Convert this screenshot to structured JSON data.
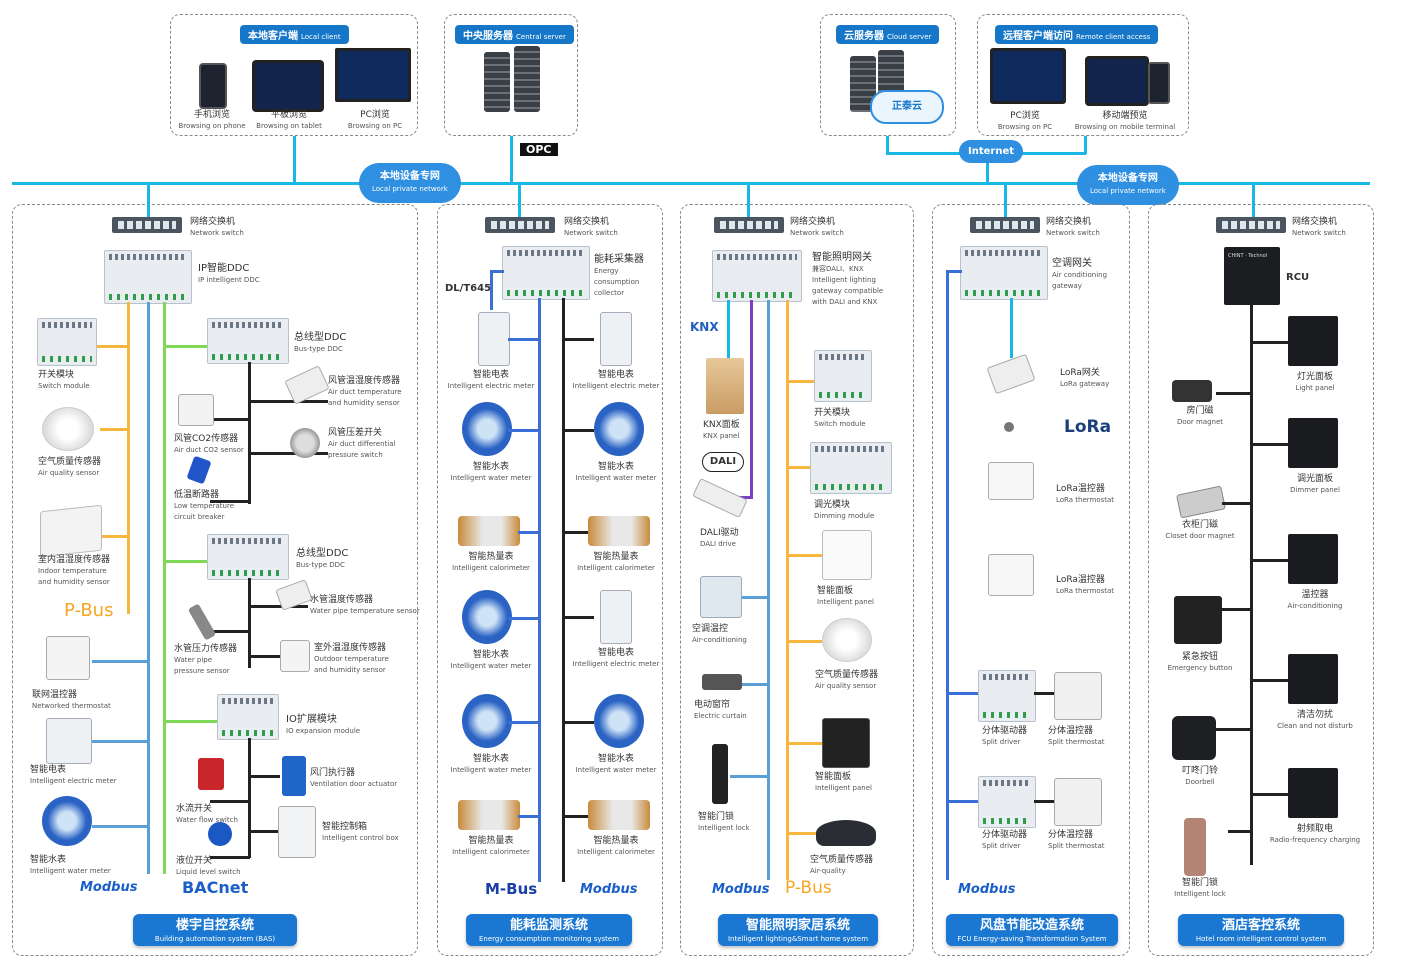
{
  "colors": {
    "bus": "#19b7e6",
    "orange": "#f6b73c",
    "green": "#7ed957",
    "blue": "#3b6fd8",
    "steel": "#5aa0d6",
    "title": "#1a78d2"
  },
  "top": {
    "local_client": {
      "zh": "本地客户端",
      "en": "Local client",
      "items": [
        {
          "zh": "手机浏览",
          "en": "Browsing on phone"
        },
        {
          "zh": "平板浏览",
          "en": "Browsing on tablet"
        },
        {
          "zh": "PC浏览",
          "en": "Browsing on PC"
        }
      ]
    },
    "central": {
      "zh": "中央服务器",
      "en": "Central server",
      "opc": "OPC"
    },
    "cloud": {
      "zh": "云服务器",
      "en": "Cloud server",
      "brand": "正泰云"
    },
    "remote": {
      "zh": "远程客户端访问",
      "en": "Remote client access",
      "items": [
        {
          "zh": "PC浏览",
          "en": "Browsing on PC"
        },
        {
          "zh": "移动端预览",
          "en": "Browsing on mobile terminal"
        }
      ]
    },
    "lan": {
      "zh": "本地设备专网",
      "en": "Local private network"
    },
    "internet": "Internet"
  },
  "switch": {
    "zh": "网络交换机",
    "en": "Network switch"
  },
  "s1": {
    "ddc": {
      "zh": "IP智能DDC",
      "en": "IP intelligent DDC"
    },
    "left": [
      {
        "zh": "开关模块",
        "en": "Switch module"
      },
      {
        "zh": "空气质量传感器",
        "en": "Air quality sensor"
      },
      {
        "zh": "室内温湿度传感器",
        "en": "Indoor temperature and humidity sensor"
      },
      {
        "zh": "联网温控器",
        "en": "Networked thermostat"
      },
      {
        "zh": "智能电表",
        "en": "Intelligent electric meter"
      },
      {
        "zh": "智能水表",
        "en": "Intelligent water meter"
      }
    ],
    "pbus": "P-Bus",
    "bus1": {
      "zh": "总线型DDC",
      "en": "Bus-type DDC"
    },
    "b1": [
      {
        "zh": "风管温湿度传感器",
        "en": "Air duct temperature and humidity sensor"
      },
      {
        "zh": "风管CO2传感器",
        "en": "Air duct CO2 sensor"
      },
      {
        "zh": "风管压差开关",
        "en": "Air duct differential pressure switch"
      },
      {
        "zh": "低温断路器",
        "en": "Low temperature circuit breaker"
      }
    ],
    "bus2": {
      "zh": "总线型DDC",
      "en": "Bus-type DDC"
    },
    "b2": [
      {
        "zh": "水管温度传感器",
        "en": "Water pipe temperature sensor"
      },
      {
        "zh": "水管压力传感器",
        "en": "Water pipe pressure sensor"
      },
      {
        "zh": "室外温湿度传感器",
        "en": "Outdoor temperature and humidity sensor"
      }
    ],
    "io": {
      "zh": "IO扩展模块",
      "en": "IO expansion module"
    },
    "b3": [
      {
        "zh": "风门执行器",
        "en": "Ventilation door actuator"
      },
      {
        "zh": "水流开关",
        "en": "Water flow switch"
      },
      {
        "zh": "智能控制箱",
        "en": "Intelligent control box"
      },
      {
        "zh": "液位开关",
        "en": "Liquid level switch"
      }
    ],
    "modbus": "Modbus",
    "bacnet": "BACnet",
    "title": {
      "zh": "楼宇自控系统",
      "en": "Building automation system (BAS)"
    }
  },
  "s2": {
    "collector": {
      "zh": "能耗采集器",
      "en": "Energy consumption collector"
    },
    "dlt": "DL/T645",
    "left": [
      {
        "zh": "智能电表",
        "en": "Intelligent electric meter"
      },
      {
        "zh": "智能水表",
        "en": "Intelligent water meter"
      },
      {
        "zh": "智能热量表",
        "en": "Intelligent calorimeter"
      },
      {
        "zh": "智能水表",
        "en": "Intelligent water meter"
      },
      {
        "zh": "智能水表",
        "en": "Intelligent water meter"
      },
      {
        "zh": "智能热量表",
        "en": "Intelligent calorimeter"
      }
    ],
    "right": [
      {
        "zh": "智能电表",
        "en": "Intelligent electric meter"
      },
      {
        "zh": "智能水表",
        "en": "Intelligent water meter"
      },
      {
        "zh": "智能热量表",
        "en": "Intelligent calorimeter"
      },
      {
        "zh": "智能电表",
        "en": "Intelligent electric meter"
      },
      {
        "zh": "智能水表",
        "en": "Intelligent water meter"
      },
      {
        "zh": "智能热量表",
        "en": "Intelligent calorimeter"
      }
    ],
    "mbus": "M-Bus",
    "modbus": "Modbus",
    "title": {
      "zh": "能耗监测系统",
      "en": "Energy consumption monitoring system"
    }
  },
  "s3": {
    "gw": {
      "zh": "智能照明网关",
      "line2": "兼容DALI、KNX",
      "en": "Intelligent lighting gateway compatible with DALI and KNX"
    },
    "knx": "KNX",
    "dali": "DALI",
    "left": [
      {
        "zh": "KNX面板",
        "en": "KNX panel"
      },
      {
        "zh": "DALI驱动",
        "en": "DALI drive"
      },
      {
        "zh": "空调温控",
        "en": "Air-conditioning"
      },
      {
        "zh": "电动窗帘",
        "en": "Electric curtain"
      },
      {
        "zh": "智能门锁",
        "en": "Intelligent lock"
      }
    ],
    "right": [
      {
        "zh": "开关模块",
        "en": "Switch module"
      },
      {
        "zh": "调光模块",
        "en": "Dimming module"
      },
      {
        "zh": "智能面板",
        "en": "Intelligent panel"
      },
      {
        "zh": "空气质量传感器",
        "en": "Air quality sensor"
      },
      {
        "zh": "智能面板",
        "en": "Intelligent panel"
      },
      {
        "zh": "空气质量传感器",
        "en": "Air-quality"
      }
    ],
    "modbus": "Modbus",
    "pbus": "P-Bus",
    "title": {
      "zh": "智能照明家居系统",
      "en": "Intelligent lighting&Smart home system"
    }
  },
  "s4": {
    "gw": {
      "zh": "空调网关",
      "en": "Air conditioning gateway"
    },
    "items": [
      {
        "zh": "LoRa网关",
        "en": "LoRa gateway"
      },
      {
        "zh": "LoRa温控器",
        "en": "LoRa thermostat"
      },
      {
        "zh": "LoRa温控器",
        "en": "LoRa thermostat"
      },
      {
        "zh": "分体驱动器",
        "en": "Split driver"
      },
      {
        "zh": "分体温控器",
        "en": "Split thermostat"
      },
      {
        "zh": "分体驱动器",
        "en": "Split driver"
      },
      {
        "zh": "分体温控器",
        "en": "Split thermostat"
      }
    ],
    "lora": "LoRa",
    "modbus": "Modbus",
    "title": {
      "zh": "风盘节能改造系统",
      "en": "FCU Energy-saving Transformation System"
    }
  },
  "s5": {
    "rcu": "RCU",
    "rcu_brand": "CHINT · Technol",
    "left": [
      {
        "zh": "房门磁",
        "en": "Door magnet"
      },
      {
        "zh": "衣柜门磁",
        "en": "Closet door magnet"
      },
      {
        "zh": "紧急按钮",
        "en": "Emergency button"
      },
      {
        "zh": "叮咚门铃",
        "en": "Doorbell"
      },
      {
        "zh": "智能门锁",
        "en": "Intelligent lock"
      }
    ],
    "right": [
      {
        "zh": "灯光面板",
        "en": "Light panel"
      },
      {
        "zh": "调光面板",
        "en": "Dimmer panel"
      },
      {
        "zh": "温控器",
        "en": "Air-conditioning"
      },
      {
        "zh": "清洁勿扰",
        "en": "Clean and not disturb"
      },
      {
        "zh": "射频取电",
        "en": "Radio-frequency charging"
      }
    ],
    "title": {
      "zh": "酒店客控系统",
      "en": "Hotel room intelligent control system"
    }
  }
}
